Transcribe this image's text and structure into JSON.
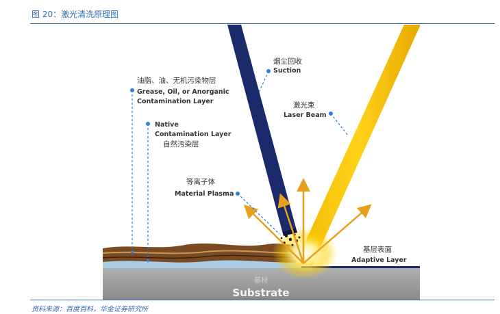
{
  "figure": {
    "title": "图 20：激光清洗原理图",
    "source": "资料来源：百度百科，华金证券研究所"
  },
  "labels": {
    "suction": {
      "cn": "烟尘回收",
      "en": "Suction"
    },
    "grease": {
      "cn": "油脂、油、无机污染物层",
      "en1": "Grease, Oil, or Anorganic",
      "en2": "Contamination Layer"
    },
    "native": {
      "en1": "Native",
      "en2": "Contamination Layer",
      "cn": "自然污染层"
    },
    "laser": {
      "cn": "激光束",
      "en": "Laser Beam"
    },
    "plasma": {
      "cn": "等离子体",
      "en": "Material Plasma"
    },
    "adaptive": {
      "cn": "基层表面",
      "en": "Adaptive Layer"
    },
    "substrate": {
      "cn": "基材",
      "en": "Substrate"
    }
  },
  "colors": {
    "accent": "#2f6fb3",
    "suction_tube": "#1b2a6b",
    "laser_beam": "#f5c400",
    "plasma_arrow": "#e8a020",
    "contamination": "#7a4a22",
    "native_layer": "#a9cde6",
    "substrate": "#9a9a9a",
    "dot": "#2f7fd4"
  }
}
